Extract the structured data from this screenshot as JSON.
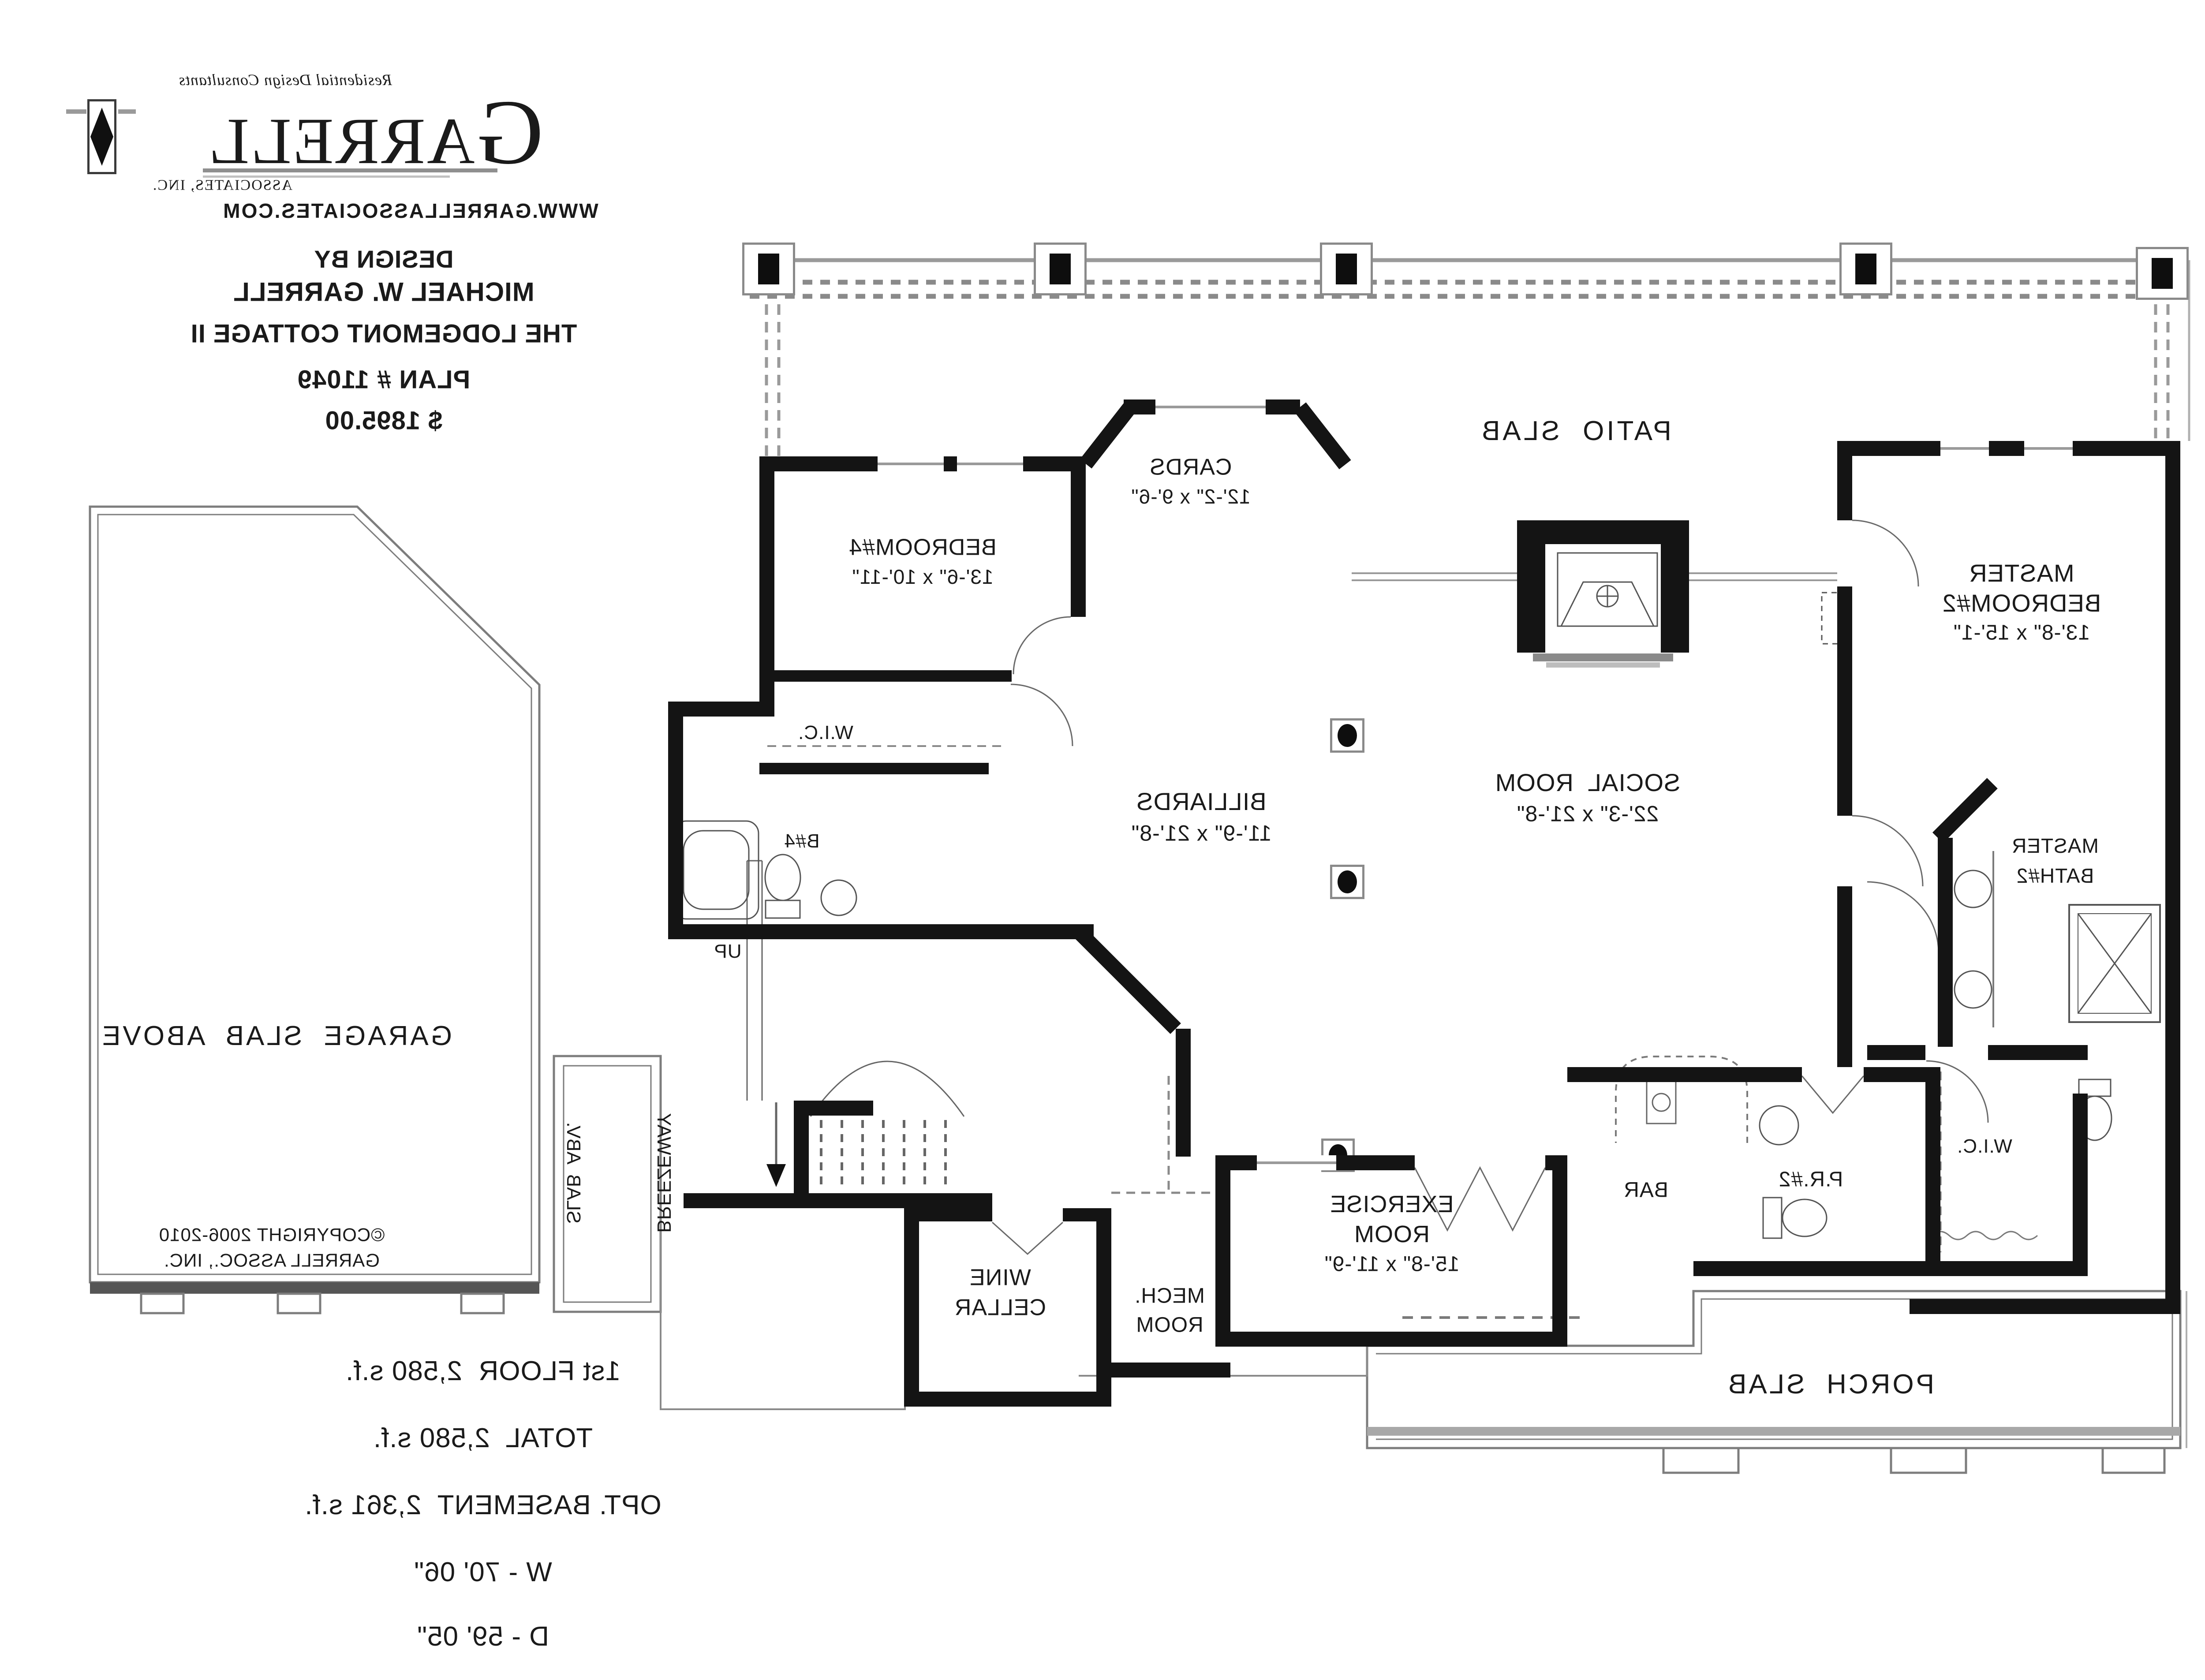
{
  "title_block": {
    "tagline": "Residential Design Consultants",
    "brand_initial": "G",
    "brand_rest": "ARRELL",
    "brand_sub": "ASSOCIATES, INC.",
    "website": "WWW.GARRELLASSOCIATES.COM",
    "design_by": "DESIGN BY",
    "designer": "MICHAEL W. GARRELL",
    "plan_name": "THE LODGEMONT COTTAGE II",
    "plan_number": "PLAN # 11049",
    "price": "$ 1895.00"
  },
  "stats": {
    "first_floor": "1st FLOOR  2,580 s.f.",
    "total": "TOTAL  2,580 s.f.",
    "basement": "OPT. BASEMENT  2,361 s.f.",
    "width": "W - 70' 06\"",
    "depth": "D - 59' 05\""
  },
  "rooms": {
    "patio": {
      "name": "PATIO  SLAB"
    },
    "cards": {
      "name": "CARDS",
      "dims": "12'-2\" x 9'-6\""
    },
    "bedroom4": {
      "name": "BEDROOM#4",
      "dims": "13'-6\" x 10'-11\""
    },
    "master_bedroom": {
      "line1": "MASTER",
      "line2": "BEDROOM#2",
      "dims": "13'-8\" x 15'-1\""
    },
    "social": {
      "name": "SOCIAL  ROOM",
      "dims": "22'-3\" x 21'-8\""
    },
    "billiards": {
      "name": "BILLIARDS",
      "dims": "11'-9\" x 21'-8\""
    },
    "wic_hall": {
      "name": "W.I.C."
    },
    "bath4": {
      "name": "B#4"
    },
    "master_bath": {
      "line1": "MASTER",
      "line2": "BATH#2"
    },
    "wic_master": {
      "name": "W.I.C."
    },
    "exercise": {
      "line1": "EXERCISE",
      "line2": "ROOM",
      "dims": "15'-8\" x 11'-9\""
    },
    "bar": {
      "name": "BAR"
    },
    "powder": {
      "name": "P.R.#2"
    },
    "wine": {
      "line1": "WINE",
      "line2": "CELLAR"
    },
    "mech": {
      "line1": "MECH.",
      "line2": "ROOM"
    },
    "garage": {
      "name": "GARAGE  SLAB  ABOVE"
    },
    "breezeway": {
      "line1": "BREEZEWAY",
      "line2": "SLAB  ABV."
    },
    "porch": {
      "name": "PORCH  SLAB"
    },
    "stairs": {
      "up": "UP"
    }
  },
  "copyright": {
    "line1": "©COPYRIGHT 2006-2010",
    "line2": "GARRELL ASSOC., INC."
  }
}
